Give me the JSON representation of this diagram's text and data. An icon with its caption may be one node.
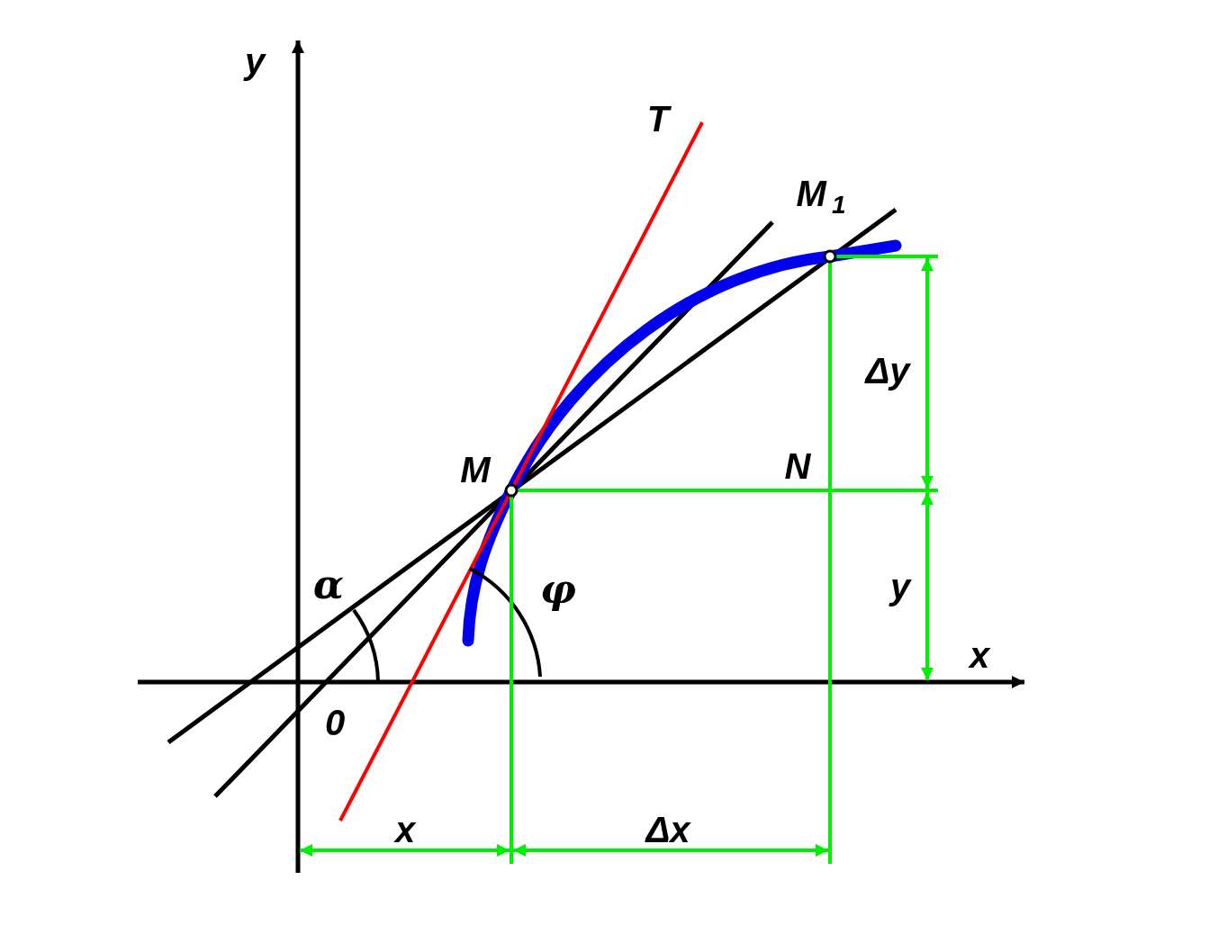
{
  "diagram": {
    "labels": [
      "y",
      "T",
      "M$_{1}$",
      "Δy",
      "M",
      "N",
      "α",
      "φ",
      "y",
      "x",
      "0",
      "x",
      "Δx"
    ]
  }
}
